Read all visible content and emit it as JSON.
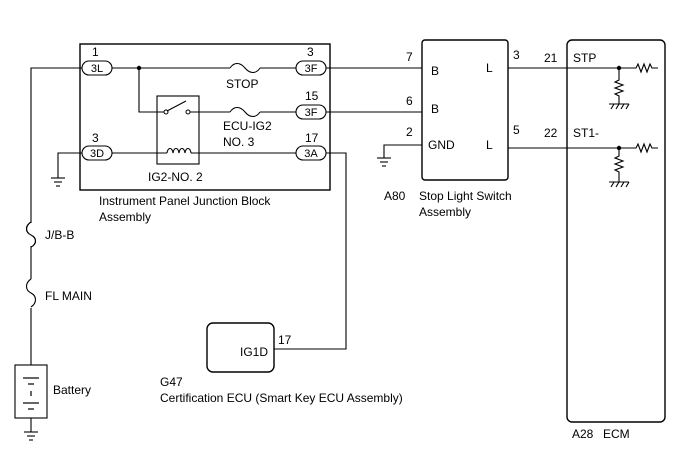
{
  "junction_block": {
    "title_line1": "Instrument Panel Junction Block",
    "title_line2": "Assembly",
    "pin_3L_num": "1",
    "pin_3L": "3L",
    "pin_3D_num": "3",
    "pin_3D": "3D",
    "pin_3F_stop_num": "3",
    "pin_3F_stop": "3F",
    "pin_3F_ig2_num": "15",
    "pin_3F_ig2": "3F",
    "pin_3A_num": "17",
    "pin_3A": "3A",
    "fuse_stop": "STOP",
    "fuse_ecu_ig2_line1": "ECU-IG2",
    "fuse_ecu_ig2_line2": "NO. 3",
    "relay": "IG2-NO. 2"
  },
  "stop_switch": {
    "code": "A80",
    "name_line1": "Stop Light Switch",
    "name_line2": "Assembly",
    "pin_b1_num": "7",
    "pin_b1": "B",
    "pin_b2_num": "6",
    "pin_b2": "B",
    "pin_gnd_num": "2",
    "pin_gnd": "GND",
    "pin_l1_num": "3",
    "pin_l1": "L",
    "pin_l2_num": "5",
    "pin_l2": "L"
  },
  "ecm": {
    "code": "A28",
    "name": "ECM",
    "pin_stp_num": "21",
    "pin_stp": "STP",
    "pin_st1_num": "22",
    "pin_st1": "ST1-"
  },
  "cert_ecu": {
    "code": "G47",
    "name": "Certification ECU (Smart Key ECU Assembly)",
    "pin_num": "17",
    "pin": "IG1D"
  },
  "fuses": {
    "jb": "J/B-B",
    "fl_main": "FL MAIN"
  },
  "battery": "Battery"
}
